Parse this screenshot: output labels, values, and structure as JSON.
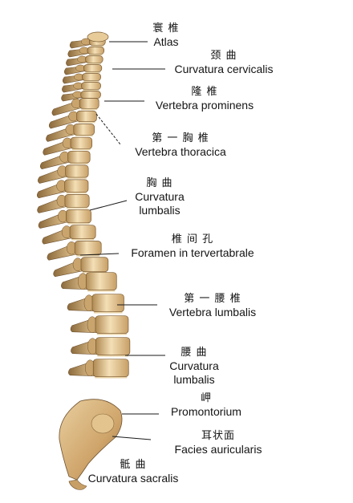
{
  "figure": {
    "labels": [
      {
        "id": "atlas",
        "cn": "寰 椎",
        "lines": [
          "Atlas"
        ]
      },
      {
        "id": "cervical",
        "cn": "颈   曲",
        "lines": [
          "Curvatura cervicalis"
        ]
      },
      {
        "id": "prominens",
        "cn": "隆 椎",
        "lines": [
          "Vertebra prominens"
        ]
      },
      {
        "id": "thoracica",
        "cn": "第 一 胸 椎",
        "lines": [
          "Vertebra thoracica"
        ]
      },
      {
        "id": "thoracic-curve",
        "cn": "胸 曲",
        "lines": [
          "Curvatura",
          "lumbalis"
        ]
      },
      {
        "id": "foramen",
        "cn": "椎 间 孔",
        "lines": [
          "Foramen in tervertabrale"
        ]
      },
      {
        "id": "lumbalis",
        "cn": "第 一 腰 椎",
        "lines": [
          "Vertebra lumbalis"
        ]
      },
      {
        "id": "lumbar-curve",
        "cn": "腰   曲",
        "lines": [
          "Curvatura",
          "lumbalis"
        ]
      },
      {
        "id": "promontorium",
        "cn": "岬",
        "lines": [
          "Promontorium"
        ]
      },
      {
        "id": "auricularis",
        "cn": "耳状面",
        "lines": [
          "Facies auricularis"
        ]
      },
      {
        "id": "sacral",
        "cn": "骶 曲",
        "lines": [
          "Curvatura sacralis"
        ]
      }
    ],
    "colors": {
      "bone_light": "#f3dcb0",
      "bone_mid": "#dcb67d",
      "bone_dark": "#a07a45",
      "shadow": "#6f5230",
      "leader": "#1a1a1a",
      "text": "#141414"
    }
  }
}
